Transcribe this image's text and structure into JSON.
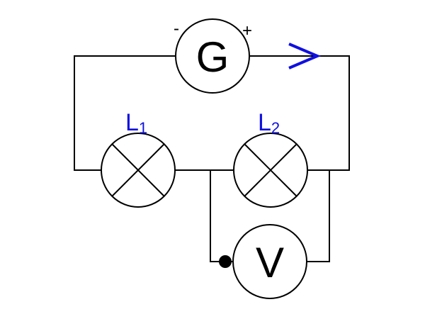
{
  "generator": {
    "symbol": "G",
    "negative_terminal": "-",
    "positive_terminal": "+"
  },
  "lamps": [
    {
      "letter": "L",
      "subscript": "1"
    },
    {
      "letter": "L",
      "subscript": "2"
    }
  ],
  "voltmeter": {
    "symbol": "V"
  },
  "current_arrow": {
    "glyph": ">"
  },
  "colors": {
    "wire": "#000000",
    "label_accent": "#1010e0"
  },
  "icons": {
    "generator": "generator-circle-icon",
    "lamp": "lamp-cross-circle-icon",
    "voltmeter": "voltmeter-circle-icon",
    "junction": "junction-dot-icon",
    "arrow": "current-direction-arrow-icon"
  }
}
